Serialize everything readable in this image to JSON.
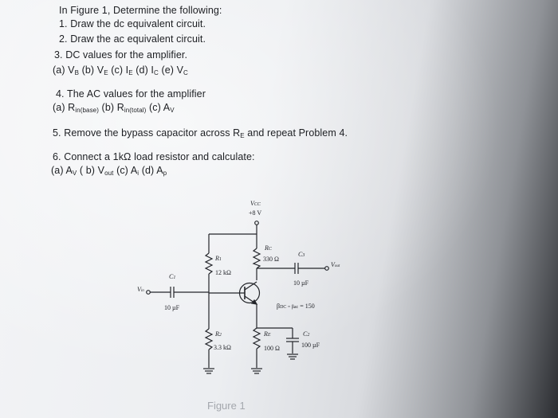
{
  "intro": "In Figure 1, Determine the following:",
  "q1": "1. Draw the dc equivalent circuit.",
  "q2": "2. Draw the ac equivalent circuit.",
  "q3": "3. DC values for the amplifier.",
  "q3_parts": [
    "(a) V",
    "B",
    " (b) V",
    "E",
    " (c) I",
    "E",
    " (d) I",
    "C",
    " (e) V",
    "C"
  ],
  "q4": "4. The AC values for the amplifier",
  "q4_parts": [
    "(a) R",
    "in(base)",
    " (b) R",
    "in(total)",
    " (c) A",
    "V"
  ],
  "q5": [
    "5. Remove the bypass capacitor across R",
    "E",
    " and repeat Problem 4."
  ],
  "q6": "6. Connect a 1kΩ load resistor and calculate:",
  "q6_parts": [
    "(a) A",
    "V",
    " ( b) V",
    "out",
    " (c) A",
    "i",
    " (d) A",
    "p"
  ],
  "circuit": {
    "vcc": "V",
    "vcc_sub": "CC",
    "vcc_value": "+8 V",
    "r1_name": "R",
    "r1_sub": "1",
    "r1_value": "12 kΩ",
    "rc_name": "R",
    "rc_sub": "C",
    "rc_value": "330 Ω",
    "c3_name": "C",
    "c3_sub": "3",
    "c3_value": "10 µF",
    "vout": "V",
    "vout_sub": "out",
    "c1_name": "C",
    "c1_sub": "1",
    "c1_value": "10 µF",
    "vin": "V",
    "vin_sub": "in",
    "beta": "β",
    "beta_text": "DC = β",
    "beta_ac": "ac",
    "beta_value": " = 150",
    "r2_name": "R",
    "r2_sub": "2",
    "r2_value": "3.3 kΩ",
    "re_name": "R",
    "re_sub": "E",
    "re_value": "100 Ω",
    "c2_name": "C",
    "c2_sub": "2",
    "c2_value": "100 µF"
  },
  "caption": "Figure 1"
}
